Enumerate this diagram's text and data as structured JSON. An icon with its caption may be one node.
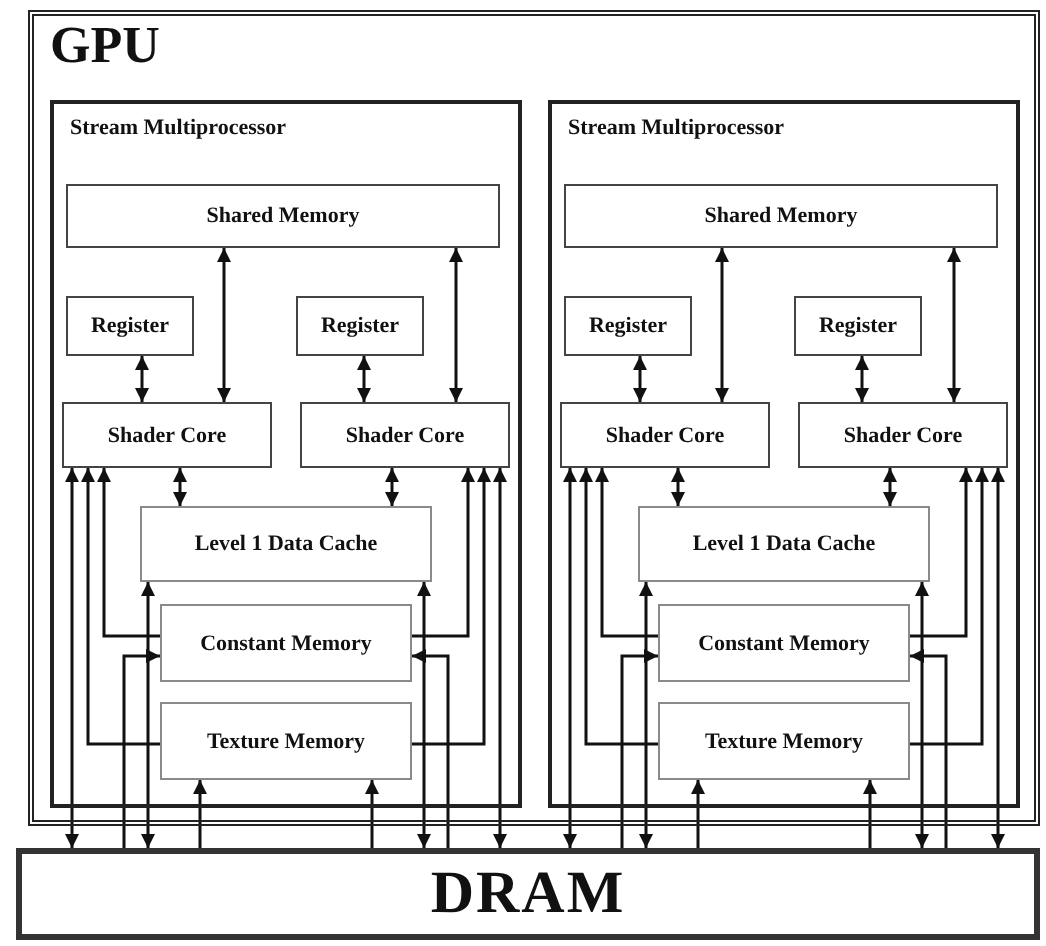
{
  "diagram": {
    "nodes": [
      {
        "text": [
          "GPU"
        ]
      },
      {
        "text": [
          "Stream Multiprocessor"
        ],
        "in": 0
      },
      {
        "text": [
          "Shared Memory"
        ],
        "in": 1
      },
      {
        "text": [
          "Register"
        ],
        "in": 1
      },
      {
        "text": [
          "Register"
        ],
        "in": 1
      },
      {
        "text": [
          "Shader Core"
        ],
        "in": 1
      },
      {
        "text": [
          "Shader Core"
        ],
        "in": 1
      },
      {
        "text": [
          "Level 1 Data Cache"
        ],
        "in": 1
      },
      {
        "text": [
          "Constant Memory"
        ],
        "in": 1
      },
      {
        "text": [
          "Texture Memory"
        ],
        "in": 1
      },
      {
        "text": [
          "Stream Multiprocessor"
        ],
        "in": 0
      },
      {
        "text": [
          "Shared Memory"
        ],
        "in": 10
      },
      {
        "text": [
          "Register"
        ],
        "in": 10
      },
      {
        "text": [
          "Register"
        ],
        "in": 10
      },
      {
        "text": [
          "Shader Core"
        ],
        "in": 10
      },
      {
        "text": [
          "Shader Core"
        ],
        "in": 10
      },
      {
        "text": [
          "Level 1 Data Cache"
        ],
        "in": 10
      },
      {
        "text": [
          "Constant Memory"
        ],
        "in": 10
      },
      {
        "text": [
          "Texture Memory"
        ],
        "in": 10
      },
      {
        "text": [
          "DRAM"
        ]
      }
    ],
    "edges": [
      {
        "from": 2,
        "to": 5,
        "arrow": "both"
      },
      {
        "from": 2,
        "to": 6,
        "arrow": "both"
      },
      {
        "from": 3,
        "to": 5,
        "arrow": "both"
      },
      {
        "from": 4,
        "to": 6,
        "arrow": "both"
      },
      {
        "from": 19,
        "to": 5,
        "arrow": "both"
      },
      {
        "from": 9,
        "to": 5,
        "arrow": "to"
      },
      {
        "from": 8,
        "to": 5,
        "arrow": "to"
      },
      {
        "from": 5,
        "to": 7,
        "arrow": "both"
      },
      {
        "from": 19,
        "to": 7,
        "arrow": "both"
      },
      {
        "from": 19,
        "to": 9,
        "arrow": "to"
      },
      {
        "from": 19,
        "to": 8,
        "arrow": "to"
      },
      {
        "from": 19,
        "to": 6,
        "arrow": "both"
      },
      {
        "from": 9,
        "to": 6,
        "arrow": "to"
      },
      {
        "from": 8,
        "to": 6,
        "arrow": "to"
      },
      {
        "from": 6,
        "to": 7,
        "arrow": "both"
      },
      {
        "from": 19,
        "to": 7,
        "arrow": "both"
      },
      {
        "from": 19,
        "to": 9,
        "arrow": "to"
      },
      {
        "from": 19,
        "to": 8,
        "arrow": "to"
      },
      {
        "from": 11,
        "to": 14,
        "arrow": "both"
      },
      {
        "from": 11,
        "to": 15,
        "arrow": "both"
      },
      {
        "from": 12,
        "to": 14,
        "arrow": "both"
      },
      {
        "from": 13,
        "to": 15,
        "arrow": "both"
      },
      {
        "from": 19,
        "to": 14,
        "arrow": "both"
      },
      {
        "from": 18,
        "to": 14,
        "arrow": "to"
      },
      {
        "from": 17,
        "to": 14,
        "arrow": "to"
      },
      {
        "from": 14,
        "to": 16,
        "arrow": "both"
      },
      {
        "from": 19,
        "to": 16,
        "arrow": "both"
      },
      {
        "from": 19,
        "to": 18,
        "arrow": "to"
      },
      {
        "from": 19,
        "to": 17,
        "arrow": "to"
      },
      {
        "from": 19,
        "to": 15,
        "arrow": "both"
      },
      {
        "from": 18,
        "to": 15,
        "arrow": "to"
      },
      {
        "from": 17,
        "to": 15,
        "arrow": "to"
      },
      {
        "from": 15,
        "to": 16,
        "arrow": "both"
      },
      {
        "from": 19,
        "to": 16,
        "arrow": "both"
      },
      {
        "from": 19,
        "to": 18,
        "arrow": "to"
      },
      {
        "from": 19,
        "to": 17,
        "arrow": "to"
      }
    ]
  }
}
